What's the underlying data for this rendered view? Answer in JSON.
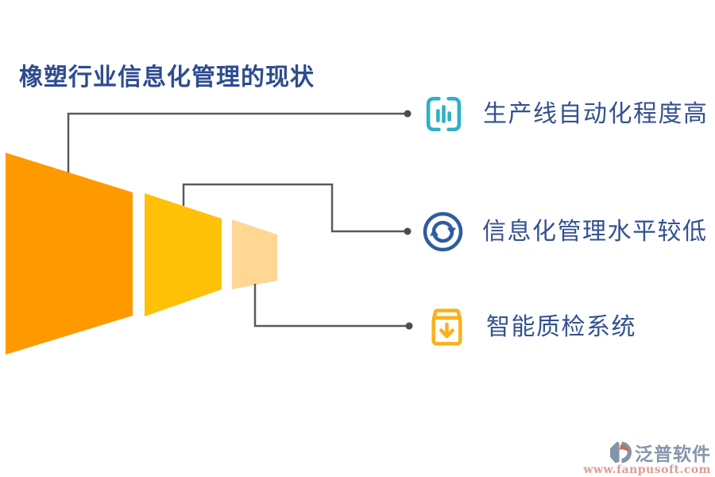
{
  "title": "橡塑行业信息化管理的现状",
  "items": [
    {
      "label": "生产线自动化程度高",
      "icon": "bar-chart-icon",
      "icon_color": "#2CB1C7"
    },
    {
      "label": "信息化管理水平较低",
      "icon": "sync-icon",
      "icon_color": "#2E5D9D"
    },
    {
      "label": "智能质检系统",
      "icon": "box-download-icon",
      "icon_color": "#FBB11C"
    }
  ],
  "funnel": {
    "segment_colors": [
      "#FF9900",
      "#FFC107",
      "#FFD795"
    ],
    "connector_color": "#5A5A5A",
    "dot_color": "#4D4D4D"
  },
  "colors": {
    "title_text": "#2E4C8F",
    "item_text": "#33518F",
    "brand_text": "#8695AB",
    "brand_url_text": "#DE9B93",
    "brand_accent": "#C66C4E"
  },
  "footer": {
    "brand": "泛普软件",
    "url": "www.fanpusoft.com"
  }
}
